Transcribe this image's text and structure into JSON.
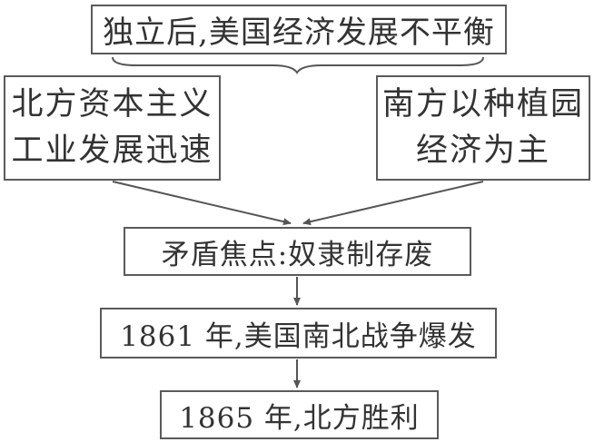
{
  "flowchart": {
    "top": {
      "text": "独立后,美国经济发展不平衡"
    },
    "north": {
      "lines": [
        "北方资本主义",
        "工业发展迅速"
      ]
    },
    "south": {
      "lines": [
        "南方以种植园",
        "经济为主"
      ]
    },
    "conflict": {
      "text": "矛盾焦点:奴隶制存废"
    },
    "war": {
      "text": "1861 年,美国南北战争爆发"
    },
    "outcome": {
      "text": "1865 年,北方胜利"
    }
  }
}
